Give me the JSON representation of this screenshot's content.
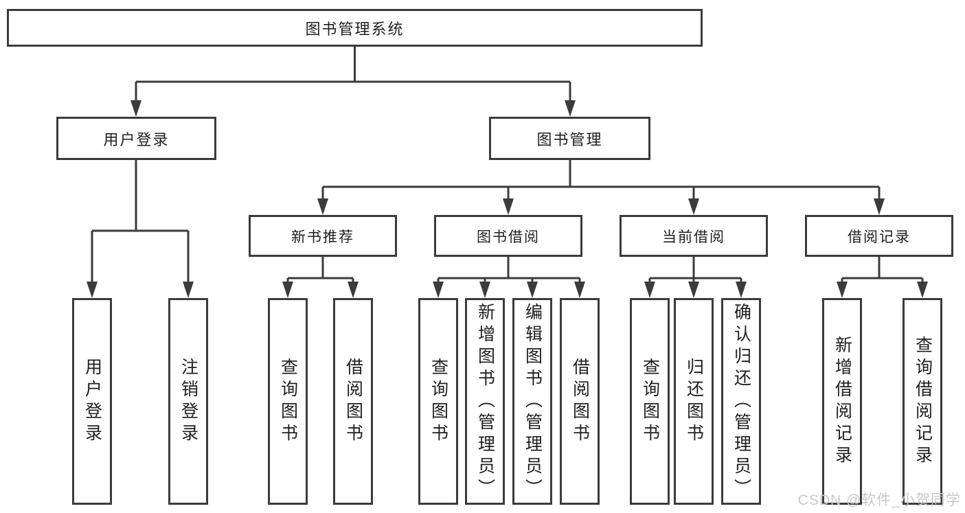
{
  "title": "图书管理系统",
  "tree": {
    "root": {
      "label": "图书管理系统",
      "children": [
        {
          "label": "用户登录",
          "children": [
            {
              "label": "用户登录"
            },
            {
              "label": "注销登录"
            }
          ]
        },
        {
          "label": "图书管理",
          "children": [
            {
              "label": "新书推荐",
              "children": [
                {
                  "label": "查询图书"
                },
                {
                  "label": "借阅图书"
                }
              ]
            },
            {
              "label": "图书借阅",
              "children": [
                {
                  "label": "查询图书"
                },
                {
                  "label": "新增图书（管理员）"
                },
                {
                  "label": "编辑图书（管理员）"
                },
                {
                  "label": "借阅图书"
                }
              ]
            },
            {
              "label": "当前借阅",
              "children": [
                {
                  "label": "查询图书"
                },
                {
                  "label": "归还图书"
                },
                {
                  "label": "确认归还（管理员）"
                }
              ]
            },
            {
              "label": "借阅记录",
              "children": [
                {
                  "label": "新增借阅记录"
                },
                {
                  "label": "查询借阅记录"
                }
              ]
            }
          ]
        }
      ]
    }
  },
  "watermark": "CSDN @软件_小贺同学",
  "colors": {
    "line": "#3b3b3b",
    "text": "#1f1f1f",
    "background": "#ffffff",
    "watermark": "#c9c9c9"
  }
}
